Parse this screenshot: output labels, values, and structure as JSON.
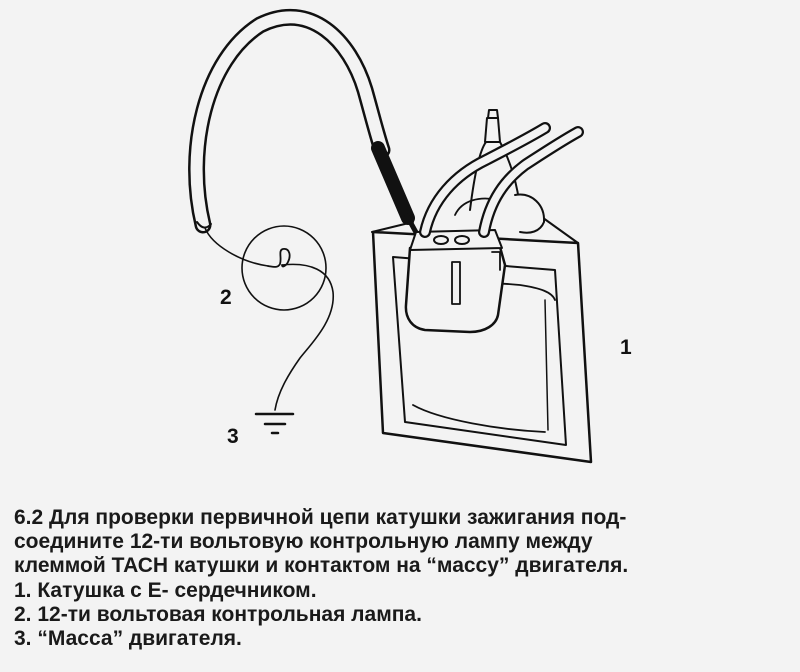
{
  "figure": {
    "callouts": {
      "coil": "1",
      "lamp": "2",
      "ground": "3"
    }
  },
  "caption": {
    "intro_lines": [
      "6.2 Для проверки первичной цепи катушки зажигания под-",
      "соедините 12-ти вольтовую контрольную лампу между",
      "клеммой ТАСН катушки и контактом на “массу” двигателя."
    ],
    "legend_lines": [
      "1. Катушка с Е- сердечником.",
      "2. 12-ти вольтовая контрольная лампа.",
      "3. “Масса” двигателя."
    ]
  }
}
